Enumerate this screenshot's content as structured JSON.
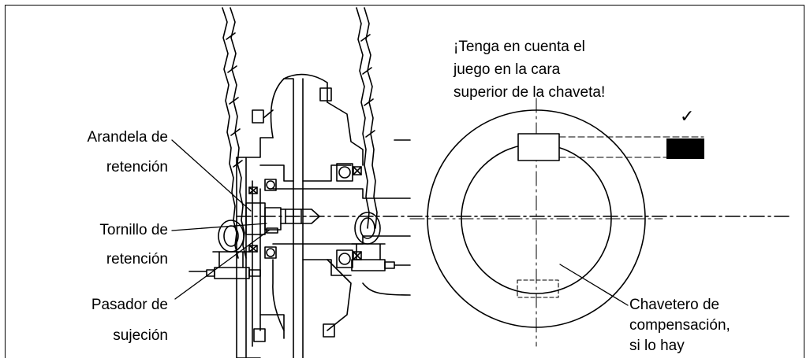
{
  "labels": {
    "washer_l1": "Arandela de",
    "washer_l2": "retención",
    "screw_l1": "Tornillo de",
    "screw_l2": "retención",
    "pin_l1": "Pasador de",
    "pin_l2": "sujeción",
    "note_l1": "¡Tenga en cuenta el",
    "note_l2": "juego en la cara",
    "note_l3": "superior de la chaveta!",
    "keyway_l1": "Chavetero de",
    "keyway_l2": "compensación,",
    "keyway_l3": "si lo hay",
    "check_mark": "✓"
  },
  "colors": {
    "line": "#000000",
    "background": "#ffffff",
    "key_fill": "#000000"
  }
}
